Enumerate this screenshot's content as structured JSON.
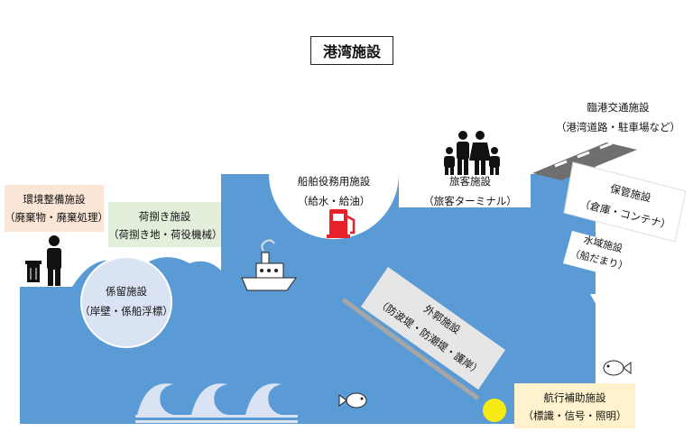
{
  "title": "港湾施設",
  "facilities": {
    "environment": {
      "name": "環境整備施設",
      "detail": "（廃棄物・廃棄処理）"
    },
    "cargo_handling": {
      "name": "荷捌き施設",
      "detail": "（荷捌き地・荷役機械）"
    },
    "mooring": {
      "name": "係留施設",
      "detail": "（岸壁・係船浮標）"
    },
    "ship_service": {
      "name": "船舶役務用施設",
      "detail": "（給水・給油）"
    },
    "passenger": {
      "name": "旅客施設",
      "detail": "（旅客ターミナル）"
    },
    "port_traffic": {
      "name": "臨港交通施設",
      "detail": "（港湾道路・駐車場など）"
    },
    "storage": {
      "name": "保管施設",
      "detail": "（倉庫・コンテナ）"
    },
    "water_area": {
      "name": "水域施設",
      "detail": "（船だまり）"
    },
    "outer_facilities": {
      "name": "外郭施設",
      "detail": "（防波堤・防潮堤・護岸）"
    },
    "navigation_aids": {
      "name": "航行補助施設",
      "detail": "（標識・信号・照明）"
    }
  },
  "colors": {
    "sea": "#5b9bd5",
    "environment_box": "#fbe5d6",
    "cargo_box": "#e2efda",
    "navigation_box": "#fff2cc",
    "outer_box": "#e7e6e6",
    "fuel_pump": "#e8202a",
    "buoy": "#f5ea14",
    "road": "#6f6f6f"
  }
}
